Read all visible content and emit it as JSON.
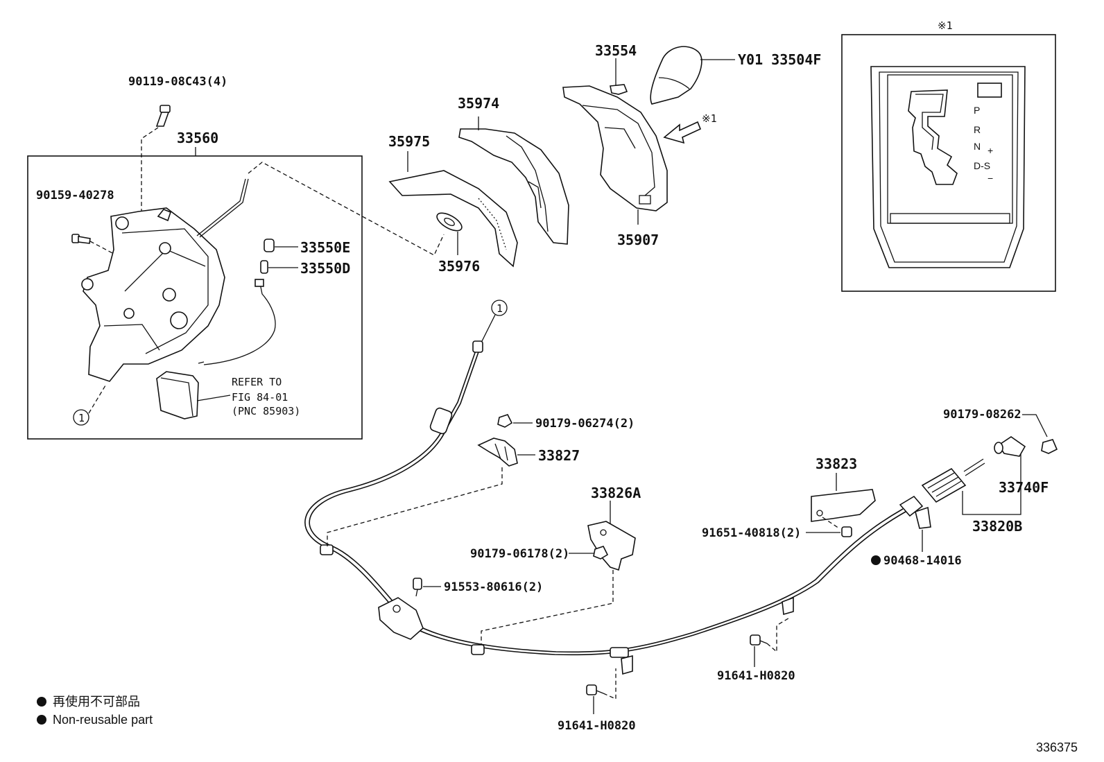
{
  "parts": {
    "p90119": "90119-08C43(4)",
    "p33560": "33560",
    "p90159": "90159-40278",
    "p33550E": "33550E",
    "p33550D": "33550D",
    "p35975": "35975",
    "p35974": "35974",
    "p35976": "35976",
    "p33554": "33554",
    "p33504F": "Y01 33504F",
    "p35907": "35907",
    "p90179_06274": "90179-06274(2)",
    "p33827": "33827",
    "p33826A": "33826A",
    "p90179_06178": "90179-06178(2)",
    "p91553": "91553-80616(2)",
    "p33823": "33823",
    "p91651": "91651-40818(2)",
    "p90179_08262": "90179-08262",
    "p33740F": "33740F",
    "p33820B": "33820B",
    "p90468": "90468-14016",
    "p91641_a": "91641-H0820",
    "p91641_b": "91641-H0820"
  },
  "refer": {
    "line1": "REFER TO",
    "line2": "FIG 84-01",
    "line3": "(PNC 85903)"
  },
  "markers": {
    "circle1": "1",
    "note_mark": "※1"
  },
  "gear_labels": {
    "p": "P",
    "r": "R",
    "n": "N",
    "ds": "D-S",
    "plus": "+",
    "minus": "−"
  },
  "legend": {
    "jp": "再使用不可部品",
    "en": "Non-reusable part"
  },
  "figure_id": "336375"
}
